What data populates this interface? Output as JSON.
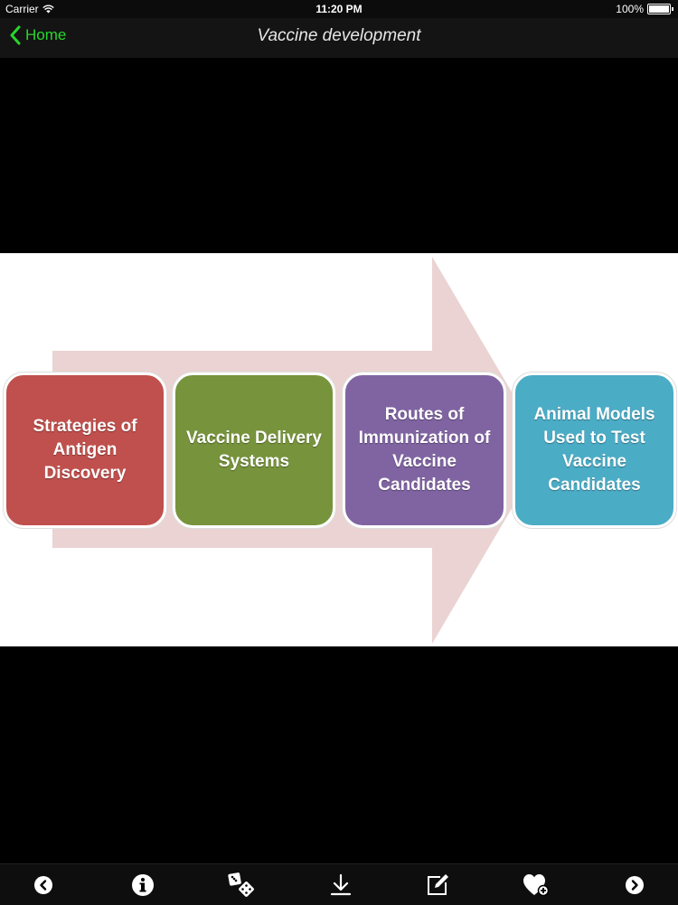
{
  "status_bar": {
    "carrier": "Carrier",
    "time": "11:20 PM",
    "battery": "100%"
  },
  "nav": {
    "back_label": "Home",
    "title": "Vaccine development"
  },
  "diagram": {
    "steps": [
      {
        "label": "Strategies of Antigen Discovery",
        "color": "#c0504d"
      },
      {
        "label": "Vaccine Delivery Systems",
        "color": "#77933c"
      },
      {
        "label": "Routes of Immunization of Vaccine Candidates",
        "color": "#8064a2"
      },
      {
        "label": "Animal Models Used to Test Vaccine Candidates",
        "color": "#4bacc6"
      }
    ],
    "arrow_color": "#ead3d2"
  },
  "toolbar": {
    "items": [
      "previous-icon",
      "info-icon",
      "dice-icon",
      "download-icon",
      "edit-icon",
      "favorite-icon",
      "next-icon"
    ]
  }
}
